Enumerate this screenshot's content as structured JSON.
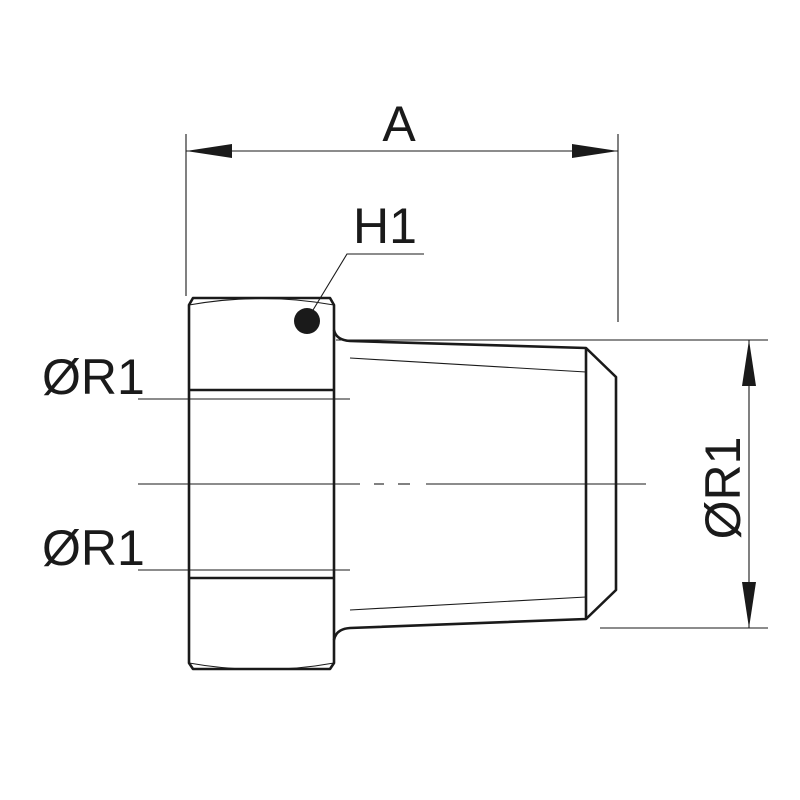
{
  "labels": {
    "length": "A",
    "hole": "H1",
    "diameter_upper": "ØR1",
    "diameter_lower": "ØR1",
    "diameter_right": "ØR1"
  },
  "colors": {
    "line": "#1a1a1a",
    "background": "#ffffff"
  }
}
